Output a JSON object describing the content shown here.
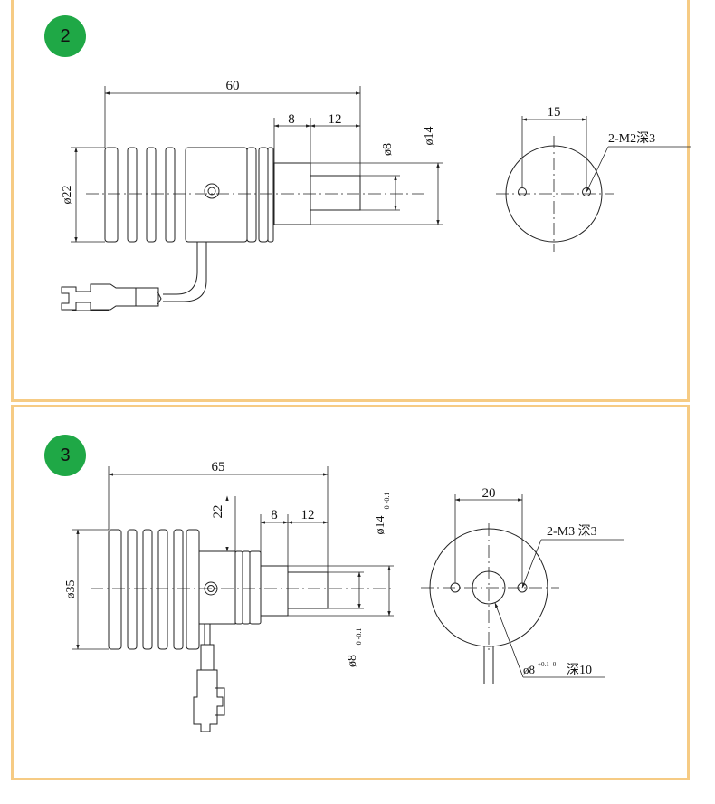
{
  "colors": {
    "panel_border": "#f6cb84",
    "badge": "#1fa846",
    "line": "#222222"
  },
  "panels": [
    {
      "badge": "2",
      "dim_overall_length": "60",
      "dim_step_a": "8",
      "dim_step_b": "12",
      "dim_shaft_dia": "ø8",
      "dim_neck_dia": "ø14",
      "dim_body_dia": "ø22",
      "dim_hole_spacing": "15",
      "note_threads": "2-M2深3"
    },
    {
      "badge": "3",
      "dim_overall_length": "65",
      "dim_flange_len": "22",
      "dim_step_a": "8",
      "dim_step_b": "12",
      "dim_neck_dia": "ø14",
      "dim_neck_tol": "0 -0.1",
      "dim_shaft_dia": "ø8",
      "dim_shaft_tol": "0 -0.1",
      "dim_body_dia": "ø35",
      "dim_hole_spacing": "20",
      "note_threads": "2-M3 深3",
      "note_bore": "ø8",
      "note_bore_tol": "+0.1 -0",
      "note_bore_depth": "深10"
    }
  ]
}
